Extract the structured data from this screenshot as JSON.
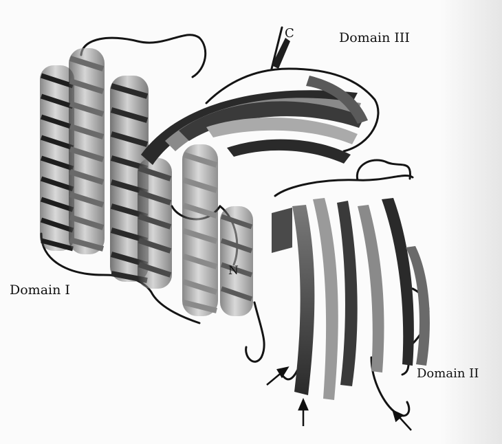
{
  "labels": {
    "domain_1": "Domain I",
    "domain_2": "Domain II",
    "domain_3": "Domain III",
    "c_terminus": "C",
    "n_terminus": "N"
  },
  "colors": {
    "helix_dark": "#1e1e1e",
    "helix_mid": "#6a6a6a",
    "helix_light": "#bdbdbd",
    "strand_dark": "#2a2a2a",
    "strand_light": "#9a9a9a",
    "loop": "#141414"
  }
}
